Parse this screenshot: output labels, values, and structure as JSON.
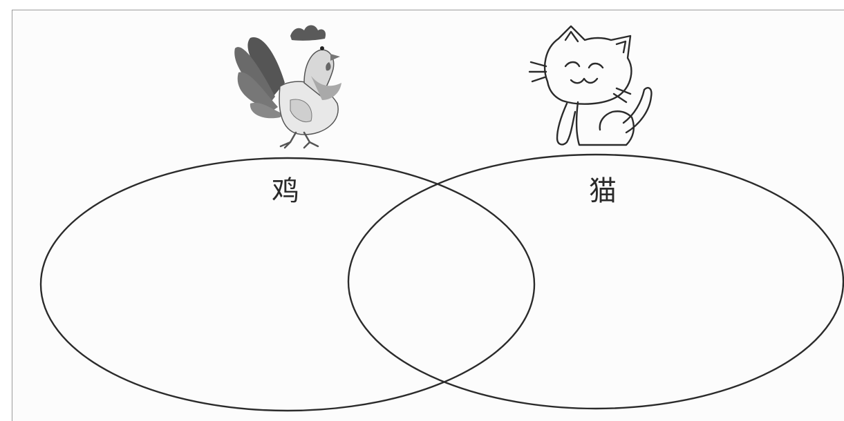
{
  "venn": {
    "left_set": {
      "label": "鸡",
      "picture": "rooster-illustration"
    },
    "right_set": {
      "label": "猫",
      "picture": "cat-illustration"
    }
  },
  "colors": {
    "outline": "#2b2b2b",
    "background": "#fcfcfc",
    "frame": "#9a9a9a"
  }
}
